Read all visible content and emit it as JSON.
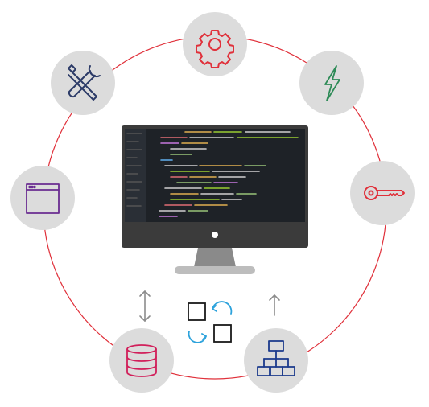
{
  "colors": {
    "ring": "#e0303a",
    "node_bg": "#dcdcdc",
    "gear": "#e0303a",
    "bolt": "#2e8b57",
    "key": "#e0303a",
    "wrench": "#2b3a67",
    "window": "#6a2c91",
    "database": "#d11f5a",
    "hierarchy": "#1b3a8c",
    "sync_arrows": "#2ea3dc",
    "arrow_gray": "#8c8c8c",
    "monitor_body": "#3b3b3b",
    "screen_bg": "#1e2227"
  },
  "nodes": [
    {
      "name": "gear-node",
      "icon": "gear-icon"
    },
    {
      "name": "bolt-node",
      "icon": "lightning-bolt-icon"
    },
    {
      "name": "key-node",
      "icon": "key-icon"
    },
    {
      "name": "wrench-node",
      "icon": "wrench-screwdriver-icon"
    },
    {
      "name": "window-node",
      "icon": "browser-window-icon"
    },
    {
      "name": "database-node",
      "icon": "database-icon"
    },
    {
      "name": "hierarchy-node",
      "icon": "org-chart-icon"
    }
  ],
  "center": {
    "icon": "monitor-code-editor-icon"
  },
  "connectors": {
    "left": "bidirectional-arrow-icon",
    "right": "up-arrow-icon",
    "middle": "sync-squares-icon"
  }
}
